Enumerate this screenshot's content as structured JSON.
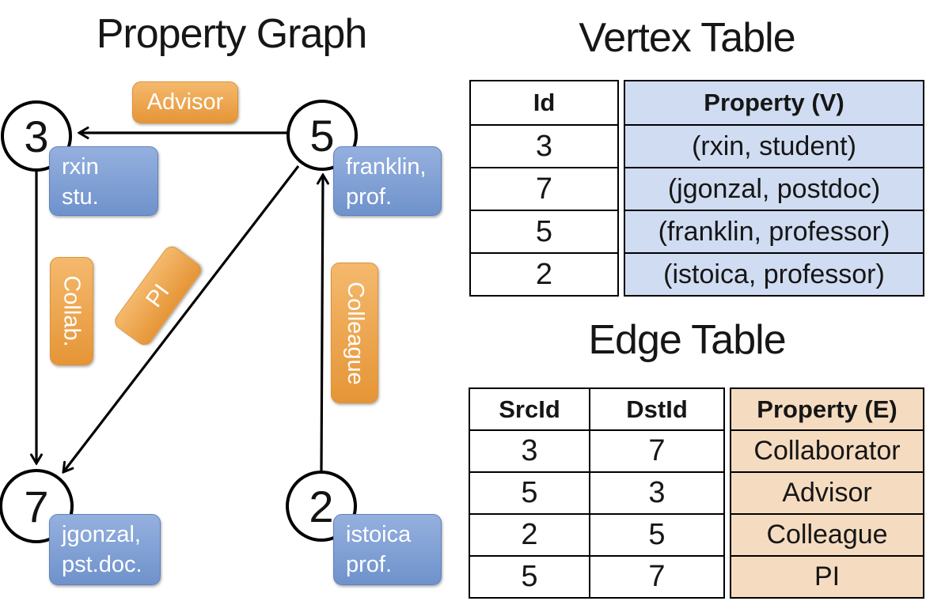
{
  "graph": {
    "title": "Property Graph",
    "vertices": [
      {
        "id": "3",
        "label_lines": [
          "rxin",
          "stu."
        ]
      },
      {
        "id": "5",
        "label_lines": [
          "franklin,",
          "prof."
        ]
      },
      {
        "id": "7",
        "label_lines": [
          "jgonzal,",
          "pst.doc."
        ]
      },
      {
        "id": "2",
        "label_lines": [
          "istoica",
          "prof."
        ]
      }
    ],
    "edge_labels": {
      "advisor": "Advisor",
      "collab": "Collab.",
      "pi": "PI",
      "colleague": "Colleague"
    }
  },
  "vertex_table": {
    "title": "Vertex Table",
    "columns": [
      "Id",
      "Property (V)"
    ],
    "rows": [
      [
        "3",
        "(rxin, student)"
      ],
      [
        "7",
        "(jgonzal, postdoc)"
      ],
      [
        "5",
        "(franklin, professor)"
      ],
      [
        "2",
        "(istoica, professor)"
      ]
    ]
  },
  "edge_table": {
    "title": "Edge Table",
    "columns": [
      "SrcId",
      "DstId",
      "Property (E)"
    ],
    "rows": [
      [
        "3",
        "7",
        "Collaborator"
      ],
      [
        "5",
        "3",
        "Advisor"
      ],
      [
        "2",
        "5",
        "Colleague"
      ],
      [
        "5",
        "7",
        "PI"
      ]
    ]
  },
  "colors": {
    "vertex_property_fill_top": "#95b0de",
    "vertex_property_fill_bottom": "#6f92cc",
    "edge_label_fill_top": "#f4b96d",
    "edge_label_fill_bottom": "#e69536",
    "vertex_table_fill": "#cfdcf1",
    "edge_table_fill": "#f5dcc0",
    "line_color": "#000000"
  }
}
